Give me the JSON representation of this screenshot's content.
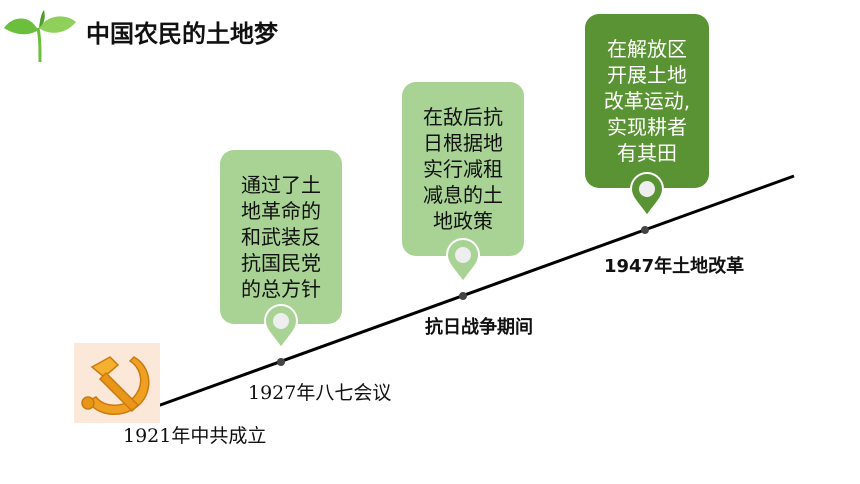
{
  "title": "中国农民的土地梦",
  "colors": {
    "light_green": "#a8d394",
    "dark_green": "#5a9334",
    "emblem_bg": "#fce8d8",
    "emblem_gold": "#f0a020",
    "logo_green": "#6cbf3c"
  },
  "events": [
    {
      "label": "1921年中共成立",
      "card_text": ""
    },
    {
      "label": "1927年八七会议",
      "card_text": "通过了土\n地革命的\n和武装反\n抗国民党\n的总方针"
    },
    {
      "label": "抗日战争期间",
      "card_text": "在敌后抗\n日根据地\n实行减租\n减息的土\n地政策"
    },
    {
      "label": "1947年土地改革",
      "card_text": "在解放区\n开展土地\n改革运动,\n实现耕者\n有其田"
    }
  ],
  "icons": {
    "logo": "sprout-icon",
    "emblem": "hammer-sickle-icon",
    "marker": "map-pin-icon"
  }
}
